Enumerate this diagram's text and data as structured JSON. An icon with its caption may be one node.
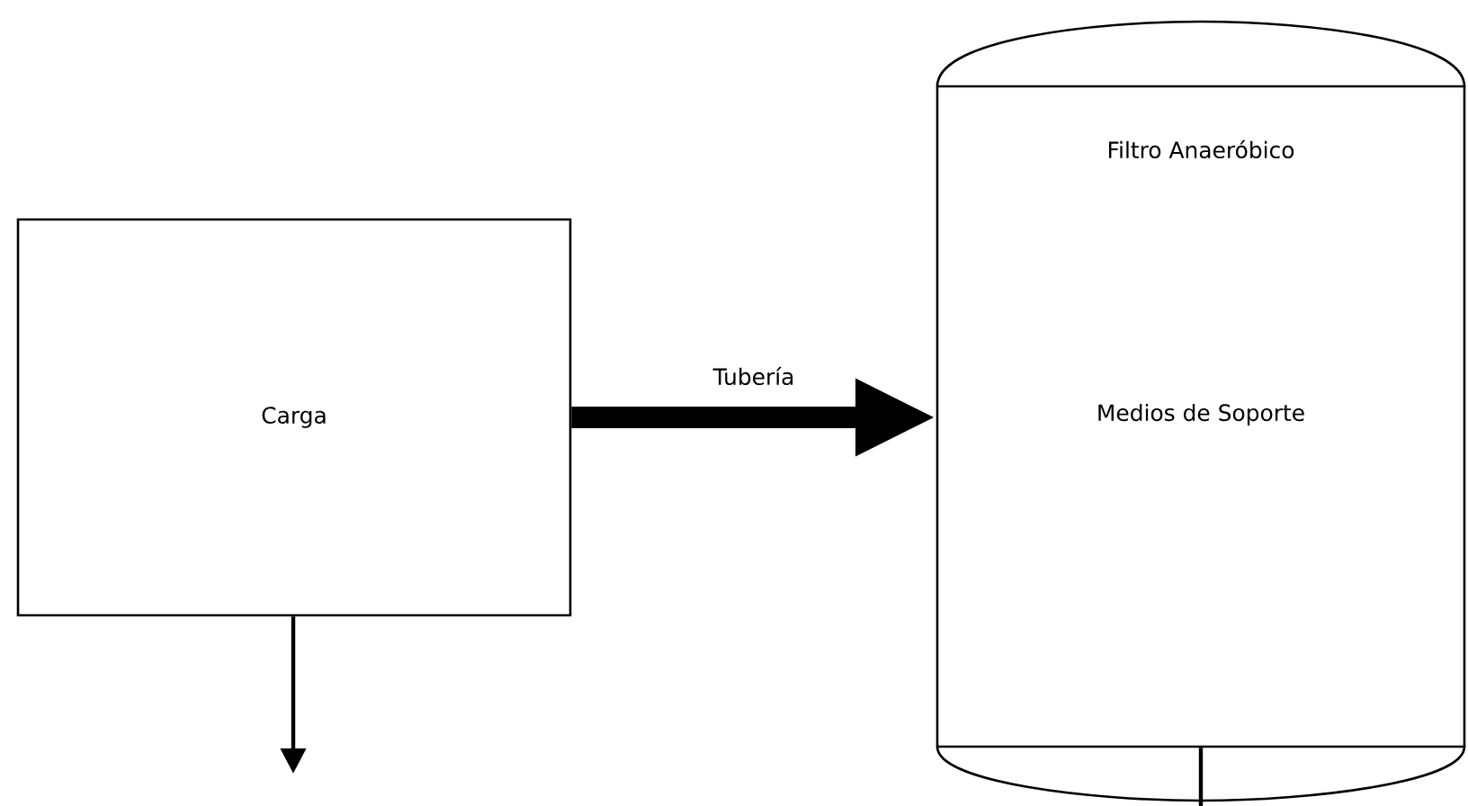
{
  "diagram": {
    "nodes": [
      {
        "text": [
          "Carga"
        ]
      },
      {
        "text": [
          "Filtro Anaeróbico",
          "Medios de Soporte"
        ]
      }
    ],
    "edges": [
      {
        "from": 0,
        "to": 1,
        "arrow": "to",
        "label": "Tubería",
        "style": "thick"
      },
      {
        "from": 0,
        "to": null,
        "arrow": "to"
      },
      {
        "from": 1,
        "to": null,
        "arrow": "none"
      }
    ]
  }
}
